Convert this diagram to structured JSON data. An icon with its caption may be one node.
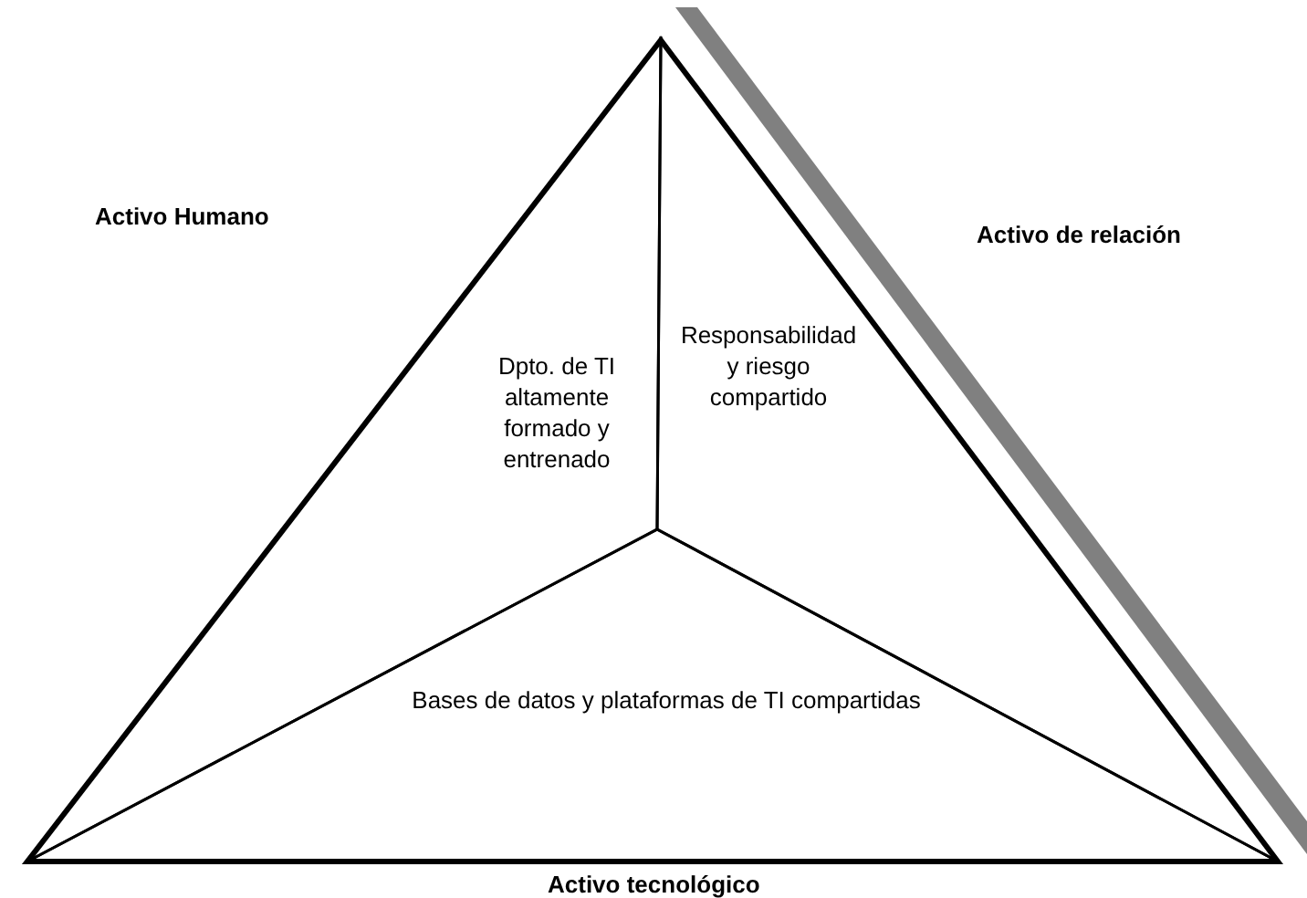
{
  "diagram": {
    "nodes": [
      {
        "text": [],
        "shape": "triangle"
      },
      {
        "text": [
          "Dpto. de TI altamente formado y entrenado"
        ],
        "in": 0
      },
      {
        "text": [
          "Responsabilidad y riesgo compartido"
        ],
        "in": 0
      },
      {
        "text": [
          "Bases de datos y plataformas de TI compartidas"
        ],
        "in": 0
      }
    ],
    "labels": [
      "Activo Humano",
      "Activo de relación",
      "Activo tecnológico"
    ]
  }
}
